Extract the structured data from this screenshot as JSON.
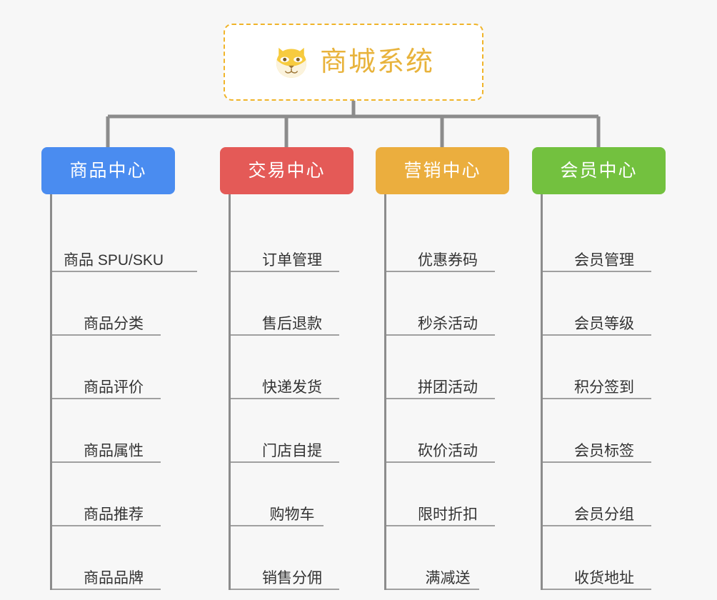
{
  "root": {
    "title": "商城系统",
    "icon": "shiba-dog-icon",
    "border_color": "#f0b429",
    "text_color": "#e8b33c"
  },
  "connector_color": "#8c8c8c",
  "background_color": "#f7f7f7",
  "categories": [
    {
      "label": "商品中心",
      "color": "#4a8cf0",
      "items": [
        {
          "label": "商品 SPU/SKU",
          "rule_width": 203
        },
        {
          "label": "商品分类",
          "rule_width": 152
        },
        {
          "label": "商品评价",
          "rule_width": 152
        },
        {
          "label": "商品属性",
          "rule_width": 152
        },
        {
          "label": "商品推荐",
          "rule_width": 152
        },
        {
          "label": "商品品牌",
          "rule_width": 152
        }
      ]
    },
    {
      "label": "交易中心",
      "color": "#e45a57",
      "items": [
        {
          "label": "订单管理",
          "rule_width": 152
        },
        {
          "label": "售后退款",
          "rule_width": 152
        },
        {
          "label": "快递发货",
          "rule_width": 152
        },
        {
          "label": "门店自提",
          "rule_width": 152
        },
        {
          "label": "购物车",
          "rule_width": 130
        },
        {
          "label": "销售分佣",
          "rule_width": 152
        }
      ]
    },
    {
      "label": "营销中心",
      "color": "#ebae3e",
      "items": [
        {
          "label": "优惠券码",
          "rule_width": 152
        },
        {
          "label": "秒杀活动",
          "rule_width": 152
        },
        {
          "label": "拼团活动",
          "rule_width": 152
        },
        {
          "label": "砍价活动",
          "rule_width": 152
        },
        {
          "label": "限时折扣",
          "rule_width": 152
        },
        {
          "label": "满减送",
          "rule_width": 130
        }
      ]
    },
    {
      "label": "会员中心",
      "color": "#73c13f",
      "items": [
        {
          "label": "会员管理",
          "rule_width": 152
        },
        {
          "label": "会员等级",
          "rule_width": 152
        },
        {
          "label": "积分签到",
          "rule_width": 152
        },
        {
          "label": "会员标签",
          "rule_width": 152
        },
        {
          "label": "会员分组",
          "rule_width": 152
        },
        {
          "label": "收货地址",
          "rule_width": 152
        }
      ]
    }
  ]
}
